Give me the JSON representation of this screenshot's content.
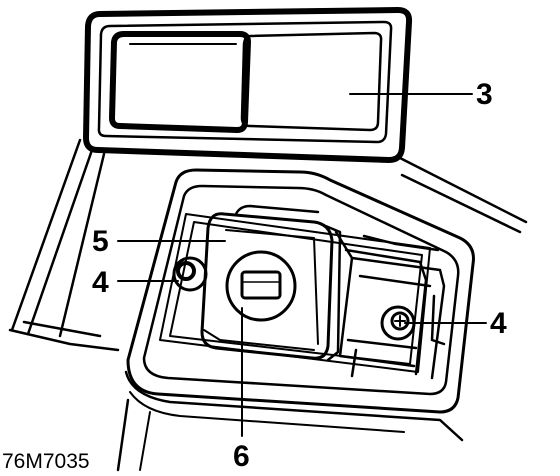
{
  "diagram": {
    "callouts": {
      "c3": "3",
      "c4_left": "4",
      "c4_right": "4",
      "c5": "5",
      "c6": "6"
    },
    "reference_code": "76M7035",
    "colors": {
      "ink": "#000000",
      "paper": "#ffffff"
    }
  }
}
